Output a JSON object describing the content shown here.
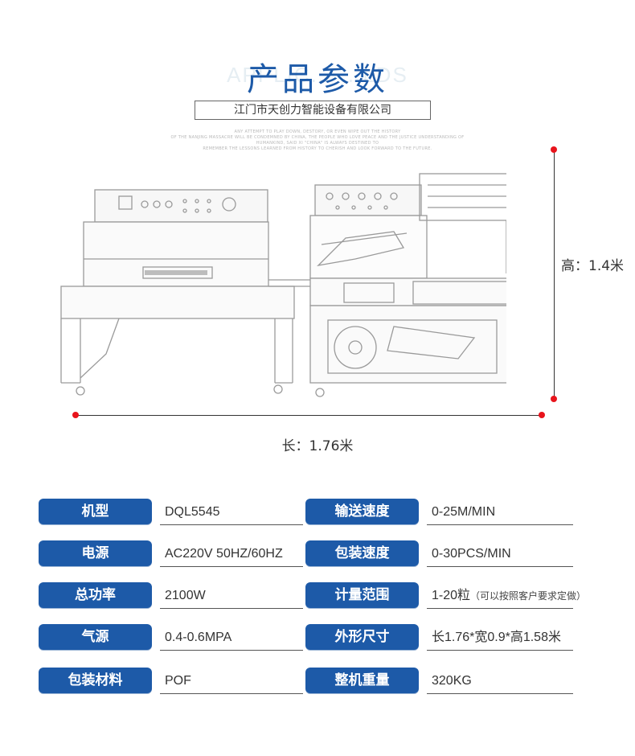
{
  "header": {
    "ghost_text": "APPLIC... ...LDS",
    "title": "产品参数",
    "company": "江门市天创力智能设备有限公司",
    "fine_print_lines": [
      "ANY ATTEMPT TO PLAY DOWN, DESTORY, OR EVEN WIPE OUT THE HISTORY",
      "OF THE NANJING MASSACRE WILL BE CONDEMNED BY CHINA, THE PEOPLE WHO LOVE PEACE AND THE JUSTICE UNDERSTANDING OF",
      "HUMANKIND, SAID XI \"CHINA\" IS ALWAYS DESTINED TO",
      "REMEMBER THE LESSONS LEARNED FROM HISTORY TO CHERISH AND LOOK FORWARD TO THE FUTURE."
    ]
  },
  "dimensions": {
    "height": "高：1.4米",
    "length": "长：1.76米"
  },
  "specs": {
    "left": [
      {
        "label": "机型",
        "value": "DQL5545"
      },
      {
        "label": "电源",
        "value": "AC220V 50HZ/60HZ"
      },
      {
        "label": "总功率",
        "value": "2100W"
      },
      {
        "label": "气源",
        "value": "0.4-0.6MPA"
      },
      {
        "label": "包装材料",
        "value": "POF"
      }
    ],
    "right": [
      {
        "label": "输送速度",
        "value": "0-25M/MIN"
      },
      {
        "label": "包装速度",
        "value": "0-30PCS/MIN"
      },
      {
        "label": "计量范围",
        "value": "1-20粒",
        "note": "（可以按照客户要求定做）"
      },
      {
        "label": "外形尺寸",
        "value": "长1.76*宽0.9*高1.58米"
      },
      {
        "label": "整机重量",
        "value": "320KG"
      }
    ]
  },
  "colors": {
    "accent": "#1d5aa8",
    "dimension_dot": "#e8141c"
  }
}
